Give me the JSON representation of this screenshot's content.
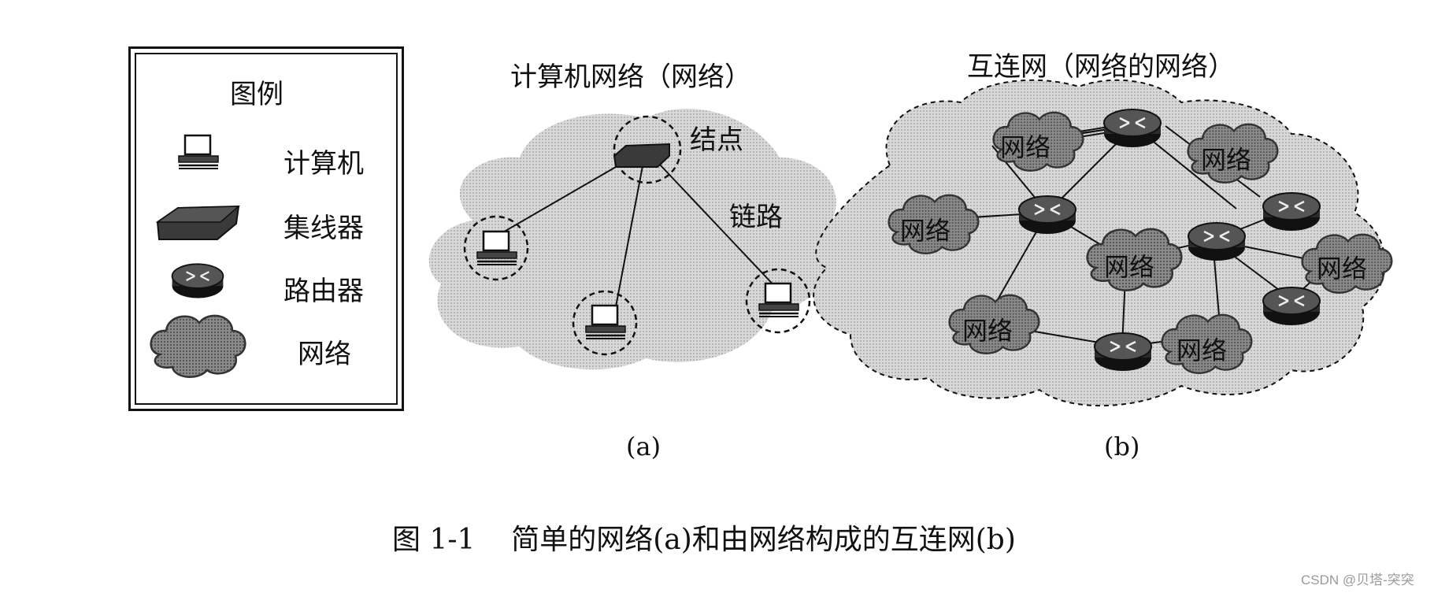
{
  "legend": {
    "title": "图例",
    "items": [
      {
        "label": "计算机",
        "icon": "computer-icon"
      },
      {
        "label": "集线器",
        "icon": "hub-icon"
      },
      {
        "label": "路由器",
        "icon": "router-icon"
      },
      {
        "label": "网络",
        "icon": "network-cloud-icon"
      }
    ]
  },
  "diagram_a": {
    "title": "计算机网络（网络）",
    "node_label": "结点",
    "link_label": "链路",
    "caption": "(a)"
  },
  "diagram_b": {
    "title": "互连网（网络的网络）",
    "network_label": "网络",
    "caption": "(b)"
  },
  "figure_caption": "图 1-1    简单的网络(a)和由网络构成的互连网(b)",
  "watermark": "CSDN @贝塔-突突",
  "colors": {
    "cloud_fill": "#d6d6d6",
    "dark_cloud": "#777777",
    "router": "#3a3a3a",
    "line": "#111111"
  }
}
